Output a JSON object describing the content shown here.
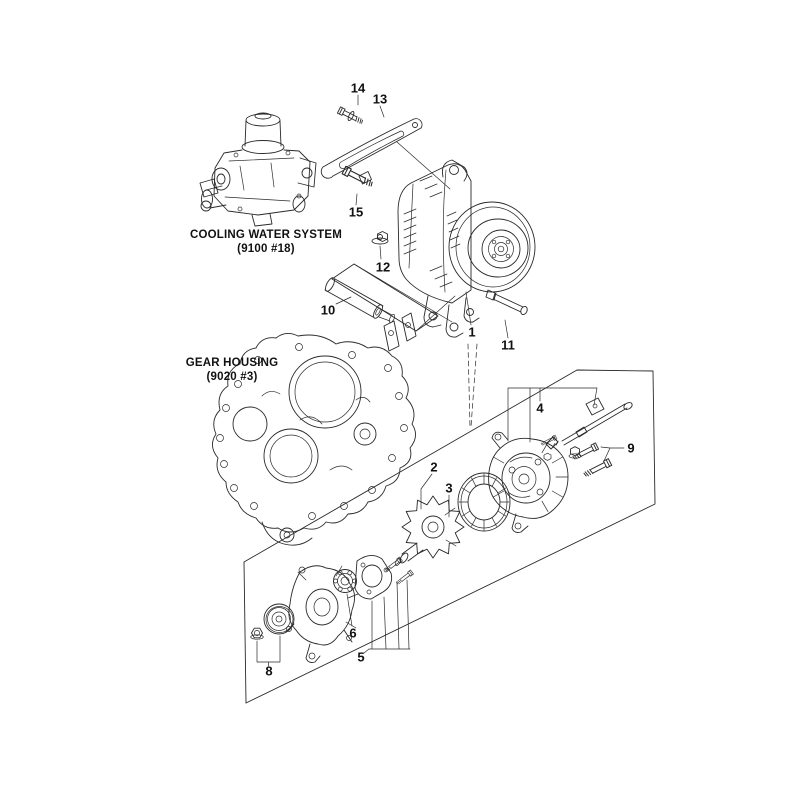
{
  "diagram": {
    "colors": {
      "line": "#2a2a2a",
      "text": "#111111",
      "background": "#ffffff"
    },
    "region_labels": [
      {
        "id": "cooling-water-system",
        "line1": "COOLING WATER SYSTEM",
        "line2": "(9100 #18)"
      },
      {
        "id": "gear-housing",
        "line1": "GEAR HOUSING",
        "line2": "(9020 #3)"
      }
    ],
    "callouts": [
      {
        "number": "1"
      },
      {
        "number": "2"
      },
      {
        "number": "3"
      },
      {
        "number": "4"
      },
      {
        "number": "5"
      },
      {
        "number": "6"
      },
      {
        "number": "8"
      },
      {
        "number": "9"
      },
      {
        "number": "10"
      },
      {
        "number": "11"
      },
      {
        "number": "12"
      },
      {
        "number": "13"
      },
      {
        "number": "14"
      },
      {
        "number": "15"
      }
    ]
  }
}
